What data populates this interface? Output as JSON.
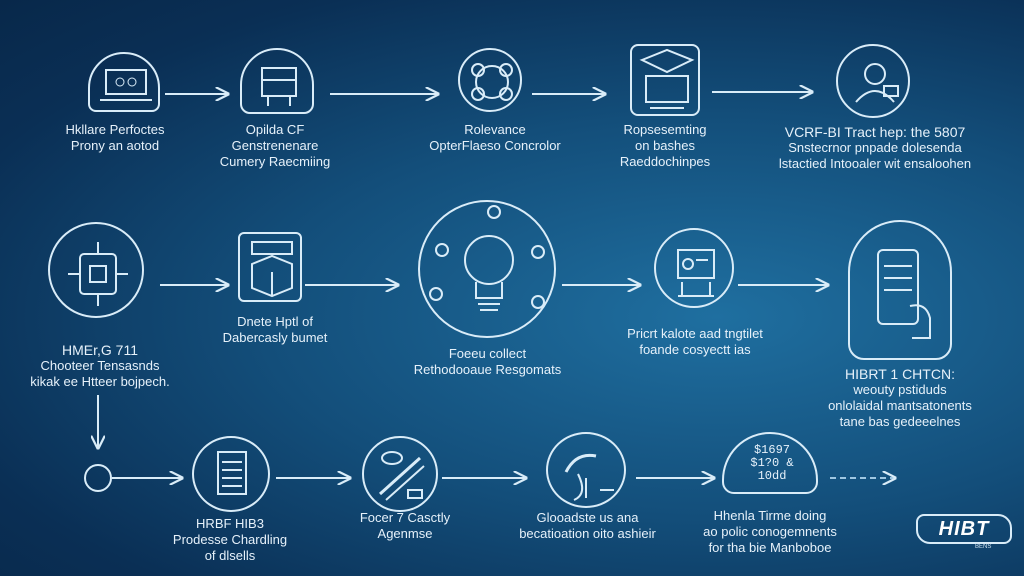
{
  "colors": {
    "background": "#134e7a",
    "line": "#d9ecf8",
    "text": "#e6f1fa"
  },
  "nodes": [
    {
      "id": "n1",
      "icon": "laptop-icon",
      "lines": [
        "Hkllare Perfoctes",
        "Prony an aotod"
      ]
    },
    {
      "id": "n2",
      "icon": "server-icon",
      "lines": [
        "Opilda CF",
        "Genstrenenare",
        "Cumery Raecmiing"
      ]
    },
    {
      "id": "n3",
      "icon": "network-globe-icon",
      "lines": [
        "Rolevance",
        "OpterFlaeso Concrolor"
      ]
    },
    {
      "id": "n4",
      "icon": "computer-box-icon",
      "lines": [
        "Ropsesemting",
        "on bashes",
        "Raeddochinpes"
      ]
    },
    {
      "id": "n5",
      "icon": "person-circle-icon",
      "lines": [
        "VCRF-BI Tract hep: the 5807",
        "Snstecrnor pnpade dolesenda",
        "lstactied Intooaler wit ensaloohen"
      ]
    },
    {
      "id": "n6",
      "icon": "chip-device-icon",
      "lines": [
        "HMEr,G 711",
        "Chooteer Tensasnds",
        "kikak ee Htteer bojpech."
      ]
    },
    {
      "id": "n7",
      "icon": "cube-icon",
      "lines": [
        "Dnete Hptl of",
        "Dabercasly bumet"
      ]
    },
    {
      "id": "n8",
      "icon": "lightbulb-brain-icon",
      "lines": [
        "Foeeu collect",
        "Rethodooaue Resgomats"
      ]
    },
    {
      "id": "n9",
      "icon": "shield-screen-icon",
      "lines": [
        "Pricrt kalote aad tngtilet",
        "foande cosyectt ias"
      ]
    },
    {
      "id": "n10",
      "icon": "phone-hand-icon",
      "lines": [
        "HIBRT 1 CHTCN:",
        "weouty pstiduds",
        "onlolaidal mantsatonents",
        "tane bas gedeeelnes"
      ]
    },
    {
      "id": "n11",
      "icon": "target-circle-icon",
      "lines": []
    },
    {
      "id": "n12",
      "icon": "checklist-icon",
      "lines": [
        "HRBF HIB3",
        "Prodesse Chardling",
        "of dlsells"
      ]
    },
    {
      "id": "n13",
      "icon": "tools-icon",
      "lines": [
        "Focer 7 Casctly",
        "Agenmse"
      ]
    },
    {
      "id": "n14",
      "icon": "pen-hand-icon",
      "lines": [
        "Glooadste us ana",
        "becatioation oito ashieir"
      ]
    },
    {
      "id": "n15",
      "icon": "price-tag-icon",
      "iconText": [
        "$1697",
        "$1?0 &",
        "10dd"
      ],
      "lines": [
        "Hhenla Tirme doing",
        "ao polic conogemnents",
        "for tha bie Manboboe"
      ]
    }
  ],
  "brand": {
    "logo": "HIBT",
    "sub": "BENS"
  }
}
